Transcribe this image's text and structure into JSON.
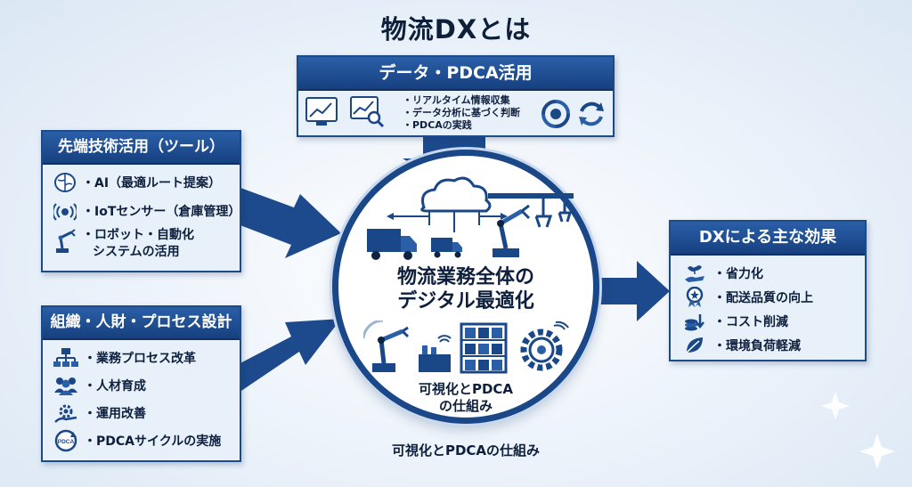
{
  "title": "物流DXとは",
  "top": {
    "heading": "データ・PDCA活用",
    "bullets": [
      "・リアルタイム情報収集",
      "・データ分析に基づく判断",
      "・PDCAの実践"
    ],
    "icons": [
      "dashboard-chart-icon",
      "magnifier-chart-icon",
      "cycle-coin-icon",
      "cycle-arrows-icon"
    ]
  },
  "left_top": {
    "heading": "先端技術活用（ツール）",
    "items": [
      {
        "label": "・AI（最適ルート提案）",
        "icon": "ai-brain-icon"
      },
      {
        "label": "・IoTセンサー（倉庫管理）",
        "icon": "iot-sensor-icon"
      },
      {
        "label": "・ロボット・自動化",
        "label2": "システムの活用",
        "icon": "robot-arm-icon"
      }
    ]
  },
  "left_bottom": {
    "heading": "組織・人財・プロセス設計",
    "items": [
      {
        "label": "・業務プロセス改革",
        "icon": "org-chart-icon"
      },
      {
        "label": "・人材育成",
        "icon": "people-icon"
      },
      {
        "label": "・運用改善",
        "icon": "gear-hand-icon"
      },
      {
        "label": "・PDCAサイクルの実施",
        "icon": "pdca-cycle-icon",
        "badge": "PDCA"
      }
    ]
  },
  "right": {
    "heading": "DXによる主な効果",
    "items": [
      {
        "label": "・省力化",
        "icon": "hand-plant-icon"
      },
      {
        "label": "・配送品質の向上",
        "icon": "award-medal-icon"
      },
      {
        "label": "・コスト削減",
        "icon": "coins-down-icon"
      },
      {
        "label": "・環境負荷軽減",
        "icon": "leaf-icon"
      }
    ]
  },
  "center": {
    "main_line1": "物流業務全体の",
    "main_line2": "デジタル最適化",
    "sub_line1": "可視化とPDCA",
    "sub_line2": "の仕組み",
    "icons": [
      "cloud-icon",
      "truck-icon",
      "small-truck-icon",
      "factory-robot-icon",
      "robot-arm-icon",
      "warehouse-shelf-icon",
      "smart-gear-icon"
    ]
  },
  "caption": "可視化とPDCAの仕組み",
  "colors": {
    "navy": "#1a4788",
    "accent": "#2a5fa8",
    "panel": "#e8f0fa"
  }
}
